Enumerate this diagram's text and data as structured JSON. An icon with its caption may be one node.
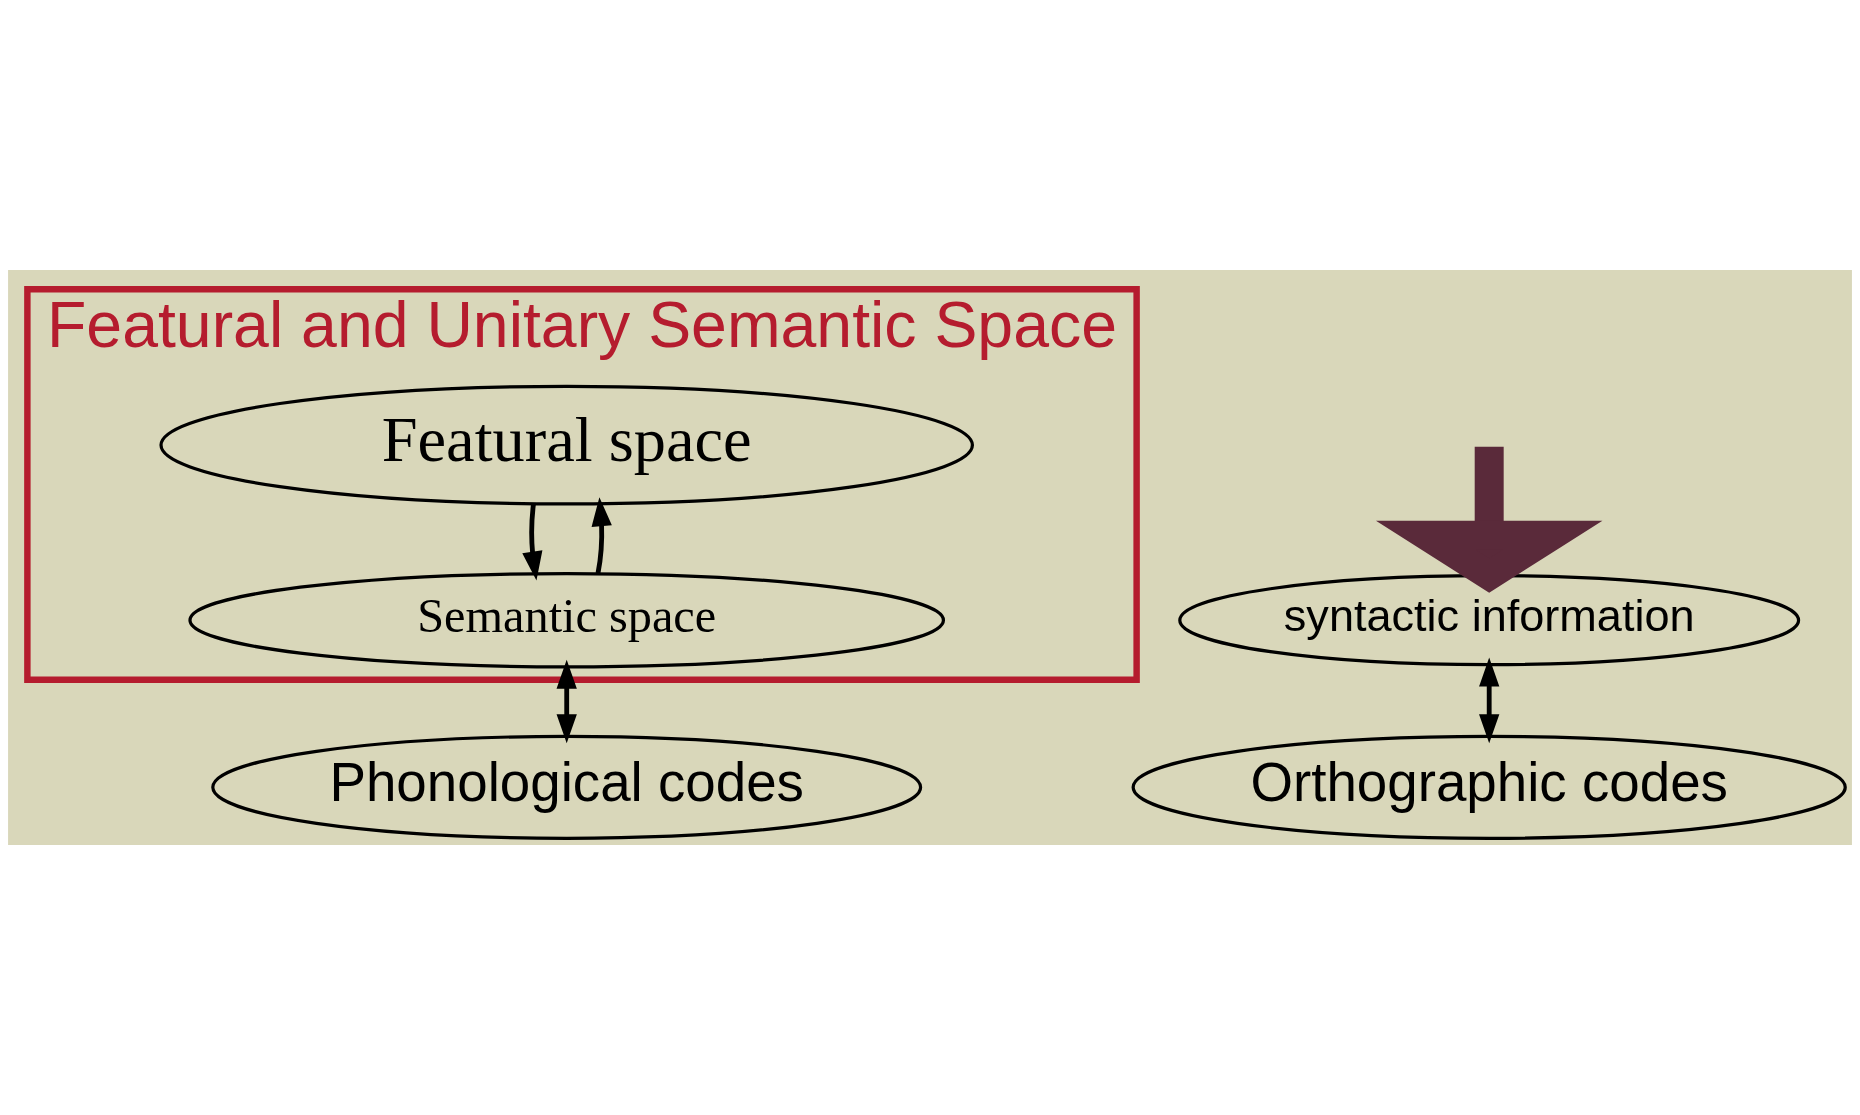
{
  "diagram": {
    "nodes": [
      {
        "text": [
          "Featural and Unitary Semantic Space"
        ]
      },
      {
        "text": [
          "Featural space"
        ],
        "in": 0
      },
      {
        "text": [
          "Semantic space"
        ],
        "in": 0
      },
      {
        "text": [
          "syntactic information"
        ]
      },
      {
        "text": [
          "Orthographic codes"
        ]
      },
      {
        "text": [
          "Phonological codes"
        ]
      }
    ],
    "edges": [
      {
        "from": 1,
        "to": 2,
        "arrow": "to"
      },
      {
        "from": 2,
        "to": 1,
        "arrow": "to"
      },
      {
        "from": null,
        "to": 3,
        "arrow": "to",
        "style": "thick",
        "color": "#5a2a3a"
      },
      {
        "from": 3,
        "to": 4,
        "arrow": "both"
      },
      {
        "from": 2,
        "to": 5,
        "arrow": "both"
      }
    ]
  }
}
